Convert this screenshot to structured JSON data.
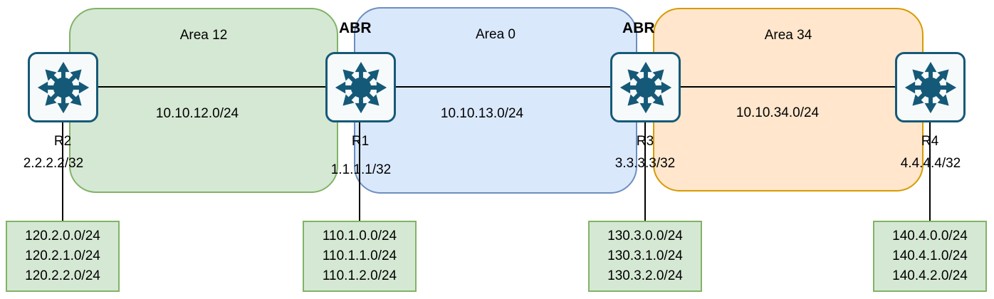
{
  "diagram": {
    "areas": [
      {
        "label": "Area 12",
        "fill": "#d5e8d4",
        "stroke": "#82b366"
      },
      {
        "label": "Area 0",
        "fill": "#dae8fc",
        "stroke": "#6c8ebf"
      },
      {
        "label": "Area 34",
        "fill": "#ffe6cc",
        "stroke": "#d79b00"
      }
    ],
    "abr_labels": [
      "ABR",
      "ABR"
    ],
    "routers": [
      {
        "name": "R2",
        "loopback": "2.2.2.2/32"
      },
      {
        "name": "R1",
        "loopback": "1.1.1.1/32"
      },
      {
        "name": "R3",
        "loopback": "3.3.3.3/32"
      },
      {
        "name": "R4",
        "loopback": "4.4.4.4/32"
      }
    ],
    "links": [
      {
        "label": "10.10.12.0/24"
      },
      {
        "label": "10.10.13.0/24"
      },
      {
        "label": "10.10.34.0/24"
      }
    ],
    "prefix_boxes": [
      {
        "router": "R2",
        "prefixes": [
          "120.2.0.0/24",
          "120.2.1.0/24",
          "120.2.2.0/24"
        ]
      },
      {
        "router": "R1",
        "prefixes": [
          "110.1.0.0/24",
          "110.1.1.0/24",
          "110.1.2.0/24"
        ]
      },
      {
        "router": "R3",
        "prefixes": [
          "130.3.0.0/24",
          "130.3.1.0/24",
          "130.3.2.0/24"
        ]
      },
      {
        "router": "R4",
        "prefixes": [
          "140.4.0.0/24",
          "140.4.1.0/24",
          "140.4.2.0/24"
        ]
      }
    ],
    "colors": {
      "router_icon": "#155978",
      "prefix_box_fill": "#d5e8d4",
      "prefix_box_stroke": "#82b366",
      "link_line": "#000000"
    }
  }
}
